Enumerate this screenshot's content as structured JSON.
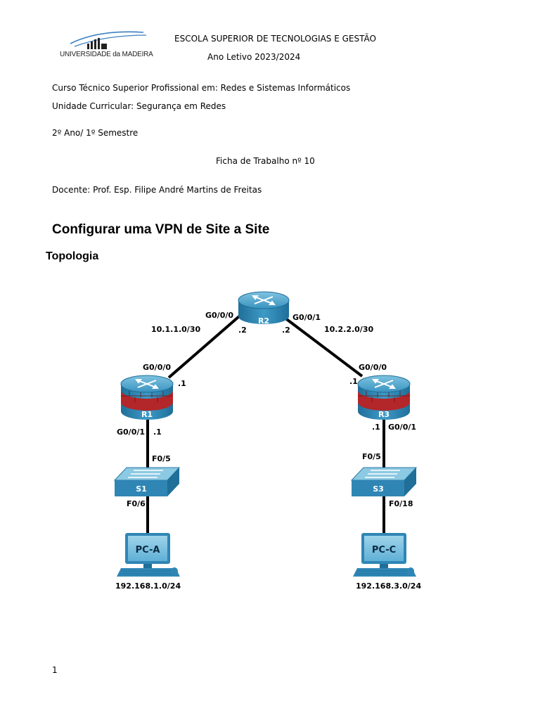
{
  "header": {
    "logo_text": "UNIVERSIDADE da MADEIRA",
    "school": "ESCOLA SUPERIOR DE TECNOLOGIAS E GESTÃO",
    "year": "Ano Letivo 2023/2024"
  },
  "info": {
    "course": "Curso Técnico Superior Profissional em: Redes e Sistemas Informáticos",
    "unit": "Unidade Curricular: Segurança em Redes",
    "semester": "2º Ano/ 1º Semestre",
    "worksheet": "Ficha de Trabalho nº 10",
    "teacher": "Docente: Prof. Esp. Filipe André Martins de Freitas"
  },
  "title": "Configurar uma VPN de Site a Site",
  "section": "Topologia",
  "topology": {
    "devices": {
      "r1": "R1",
      "r2": "R2",
      "r3": "R3",
      "s1": "S1",
      "s3": "S3",
      "pca": "PC-A",
      "pcc": "PC-C"
    },
    "labels": {
      "r2_g000": "G0/0/0",
      "r2_g001": "G0/0/1",
      "net_left": "10.1.1.0/30",
      "net_right": "10.2.2.0/30",
      "r2_left_ip": ".2",
      "r2_right_ip": ".2",
      "r1_g000": "G0/0/0",
      "r1_g000_ip": ".1",
      "r3_g000": "G0/0/0",
      "r3_g000_ip": ".1",
      "r1_g001": "G0/0/1",
      "r1_g001_ip": ".1",
      "r3_g001": "G0/0/1",
      "r3_g001_ip": ".1",
      "s1_f05": "F0/5",
      "s3_f05": "F0/5",
      "s1_f06": "F0/6",
      "s3_f018": "F0/18",
      "lan_left": "192.168.1.0/24",
      "lan_right": "192.168.3.0/24"
    }
  },
  "footer": {
    "page_number": "1"
  }
}
